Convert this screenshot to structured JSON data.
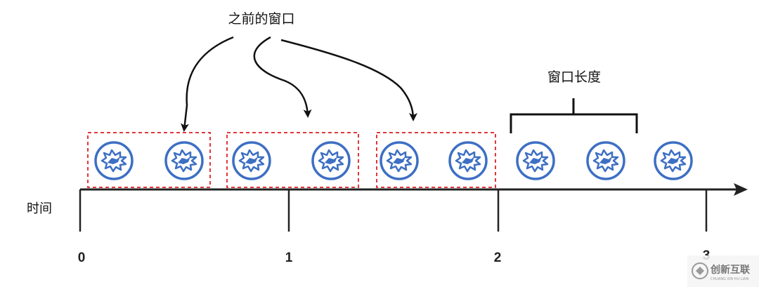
{
  "annotations": {
    "previous_windows": "之前的窗口",
    "window_length": "窗口长度"
  },
  "axis": {
    "label": "时间",
    "ticks": [
      "0",
      "1",
      "2",
      "3"
    ]
  },
  "windows": [
    {
      "events": 2
    },
    {
      "events": 2
    },
    {
      "events": 2
    }
  ],
  "events_total": 9,
  "watermark": {
    "name": "创新互联",
    "sub": "CHUANG XIN HU LIAN"
  },
  "colors": {
    "window_border": "#e0383b",
    "event_stroke": "#3d6fc4",
    "axis": "#222222"
  }
}
